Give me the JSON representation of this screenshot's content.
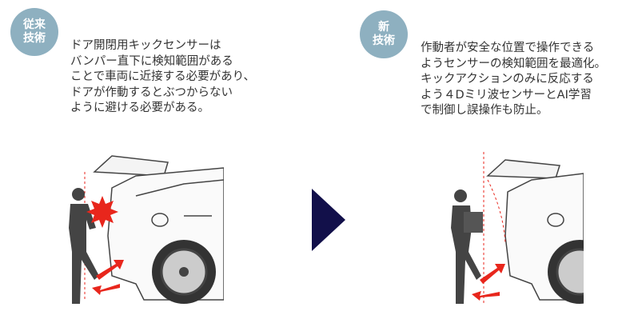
{
  "conventional": {
    "badge": [
      "従来",
      "技術"
    ],
    "lines": [
      "ドア開閉用キックセンサーは",
      "バンパー直下に検知範囲がある",
      "ことで車両に近接する必要があり、",
      "ドアが作動するとぶつからない",
      "ように避ける必要がある。"
    ]
  },
  "new": {
    "badge": [
      "新",
      "技術"
    ],
    "lines": [
      "作動者が安全な位置で操作できる",
      "ようセンサーの検知範囲を最適化。",
      "キックアクションのみに反応する",
      "よう４Dミリ波センサーとAI学習",
      "で制御し誤操作も防止。"
    ]
  },
  "colors": {
    "badge": "#8eb0c0",
    "arrow": "#12104a",
    "accent": "#e8261c"
  }
}
